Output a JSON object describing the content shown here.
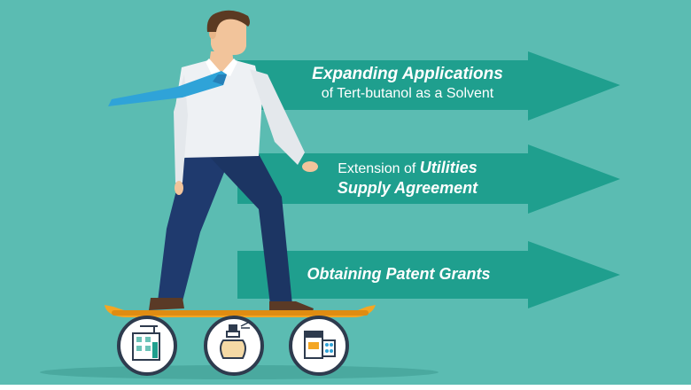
{
  "arrows": {
    "first": {
      "highlight": "Expanding Applications",
      "rest": "of Tert-butanol as a Solvent"
    },
    "second": {
      "plain": "Extension of",
      "highlight": "Utilities",
      "highlight_line2": "Supply Agreement"
    },
    "third": {
      "highlight": "Obtaining Patent Grants"
    }
  },
  "wheels": [
    {
      "icon": "factory-building-icon"
    },
    {
      "icon": "perfume-bottle-icon"
    },
    {
      "icon": "medicine-box-icon"
    }
  ],
  "colors": {
    "background": "#5bbcb2",
    "arrow": "#1f9f8e",
    "skateboard": "#f4a623",
    "shirt": "#eef1f4",
    "tie": "#2fa3d8",
    "trousers": "#1f3a6e",
    "shoes": "#5a3a26",
    "skin": "#f2c49b",
    "hair": "#5b3a22"
  }
}
